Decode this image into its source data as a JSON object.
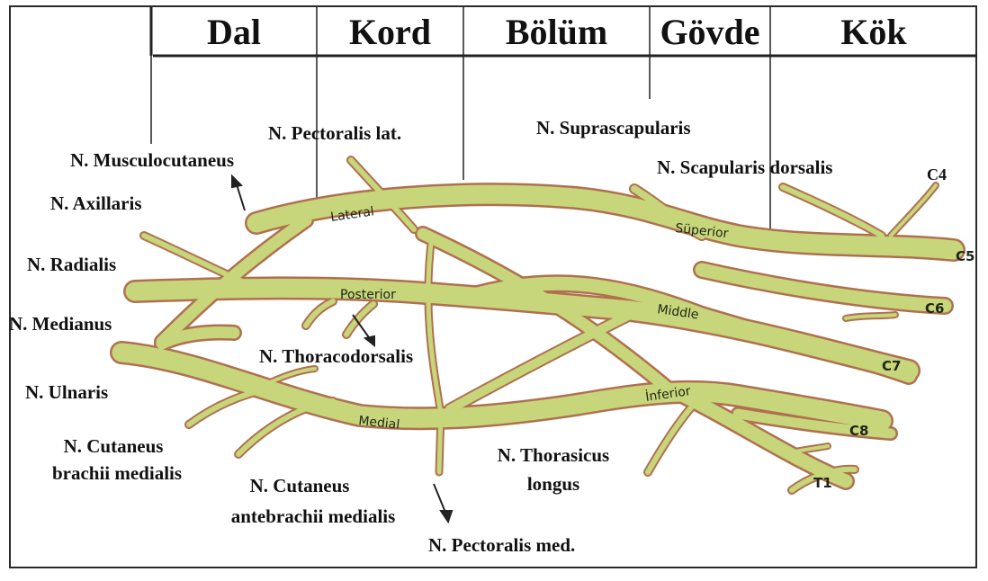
{
  "headers": {
    "dal": "Dal",
    "kord": "Kord",
    "bolum": "Bölüm",
    "govde": "Gövde",
    "kok": "Kök"
  },
  "labels": {
    "musculocutaneus": "N. Musculocutaneus",
    "axillaris": "N. Axillaris",
    "radialis": "N. Radialis",
    "medianus": "N. Medianus",
    "ulnaris": "N. Ulnaris",
    "cutaneus_brachii_1": "N. Cutaneus",
    "cutaneus_brachii_2": "brachii medialis",
    "cutaneus_antebrachii_1": "N. Cutaneus",
    "cutaneus_antebrachii_2": "antebrachii medialis",
    "pectoralis_lat": "N. Pectoralis lat.",
    "pectoralis_med": "N. Pectoralis med.",
    "thoracodorsalis": "N. Thoracodorsalis",
    "thorasicus_1": "N. Thorasicus",
    "thorasicus_2": "longus",
    "suprascapularis": "N. Suprascapularis",
    "scapularis_dorsalis": "N. Scapularis dorsalis"
  },
  "diagram": {
    "lateral": "Lateral",
    "posterior": "Posterior",
    "medial": "Medial",
    "superior": "Süperior",
    "middle": "Middle",
    "inferior": "İnferior"
  },
  "roots": {
    "c4": "C4",
    "c5": "C5",
    "c6": "C6",
    "c7": "C7",
    "c8": "C8",
    "t1": "T1"
  },
  "colors": {
    "nerve_fill": "#c7d67a",
    "nerve_outline": "#b07050",
    "line": "#222222"
  }
}
